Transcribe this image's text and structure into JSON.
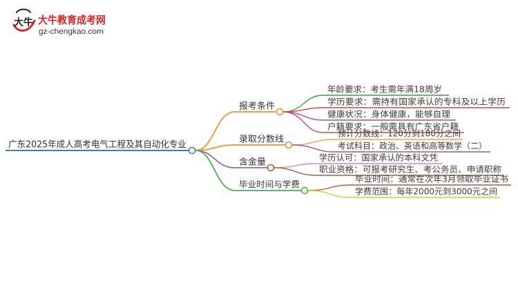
{
  "logo": {
    "name": "大牛教育成考网",
    "url": "gz-chengkao.com",
    "emblem_text": "大牛",
    "color": "#d8262c"
  },
  "mindmap": {
    "root": {
      "text": "广东2025年成人高考电气工程及其自动化专业",
      "color": "#3f7cc8"
    },
    "branches": [
      {
        "label": "报考条件",
        "color": "#f3902a",
        "children": [
          {
            "text": "年龄要求：考生需年满18周岁",
            "color": "#3f9f3f"
          },
          {
            "text": "学历要求：需持有国家承认的专科及以上学历",
            "color": "#d6453d"
          },
          {
            "text": "健康状况：身体健康，能够自理",
            "color": "#9157b8"
          },
          {
            "text": "户籍要求：一般需具有广东省户籍",
            "color": "#d9455a"
          }
        ]
      },
      {
        "label": "录取分数线",
        "color": "#f3902a",
        "children": [
          {
            "text": "预计分数线：120分到180分之间",
            "color": "#f3a23a"
          },
          {
            "text": "考试科目：政治、英语和高等数学（二）",
            "color": "#9b4fc0"
          }
        ]
      },
      {
        "label": "含金量",
        "color": "#9c64b4",
        "node_color": "#9a5a3a",
        "children": [
          {
            "text": "学历认可：国家承认的本科文凭",
            "color": "#ef7eb0"
          },
          {
            "text": "职业资格：可报考研究生、考公务员、申请职称",
            "color": "#a0603d"
          }
        ]
      },
      {
        "label": "毕业时间与学费",
        "color": "#4caf50",
        "children": [
          {
            "text": "毕业时间：通常在次年3月领取毕业证书",
            "color": "#e0453d"
          },
          {
            "text": "学费范围：每年2000元到3000元之间",
            "color": "#e8c32a"
          }
        ]
      }
    ]
  }
}
